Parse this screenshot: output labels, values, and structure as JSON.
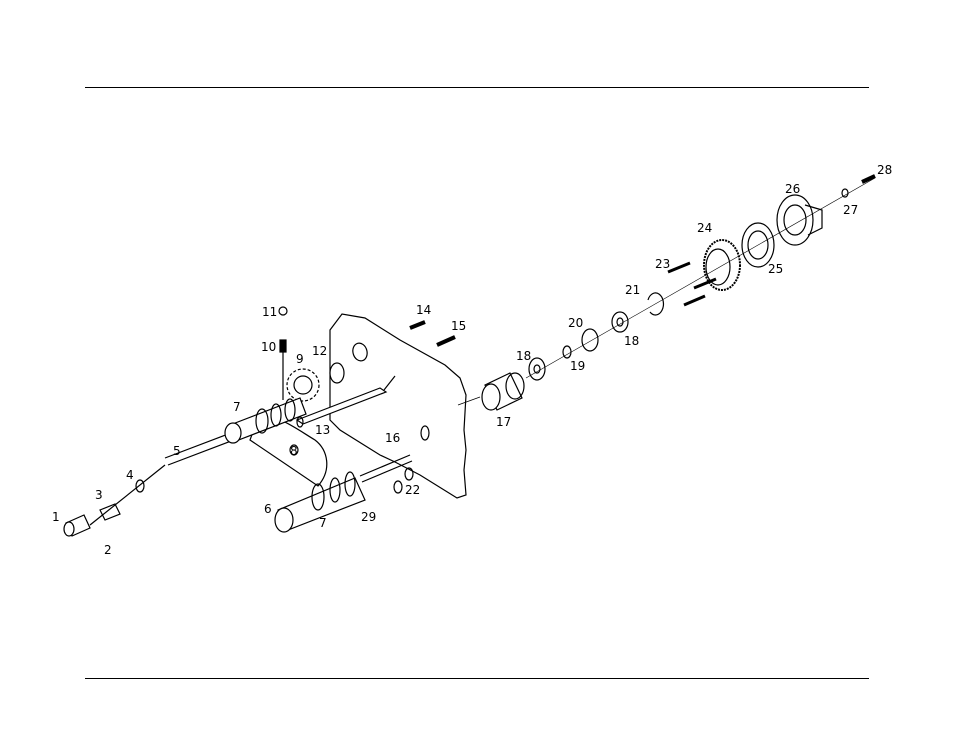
{
  "diagram": {
    "part_numbers": {
      "p1": "1",
      "p2": "2",
      "p3": "3",
      "p4": "4",
      "p5": "5",
      "p6": "6",
      "p7a": "7",
      "p7b": "7",
      "p8": "8",
      "p9": "9",
      "p10": "10",
      "p11": "11",
      "p12": "12",
      "p13": "13",
      "p14": "14",
      "p15": "15",
      "p16": "16",
      "p17": "17",
      "p18a": "18",
      "p18b": "18",
      "p19": "19",
      "p20": "20",
      "p21": "21",
      "p22": "22",
      "p23": "23",
      "p24": "24",
      "p25": "25",
      "p26": "26",
      "p27": "27",
      "p28": "28",
      "p29": "29"
    }
  }
}
